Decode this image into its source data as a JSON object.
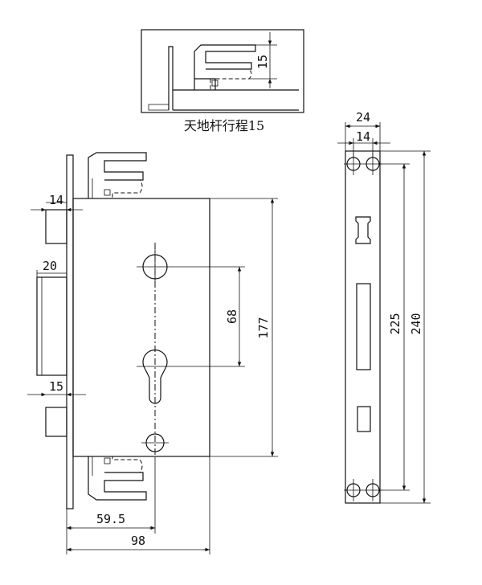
{
  "detail": {
    "caption": "天地杆行程15",
    "stroke_dim": "15"
  },
  "main_view": {
    "dim_top_latch": "14",
    "dim_deadbolt": "20",
    "dim_bottom_latch": "15",
    "dim_hole_spacing": "68",
    "dim_case_height": "177",
    "dim_backset": "59.5",
    "dim_case_width": "98"
  },
  "faceplate": {
    "dim_width": "24",
    "dim_inner": "14",
    "dim_hole_span": "225",
    "dim_length": "240"
  }
}
